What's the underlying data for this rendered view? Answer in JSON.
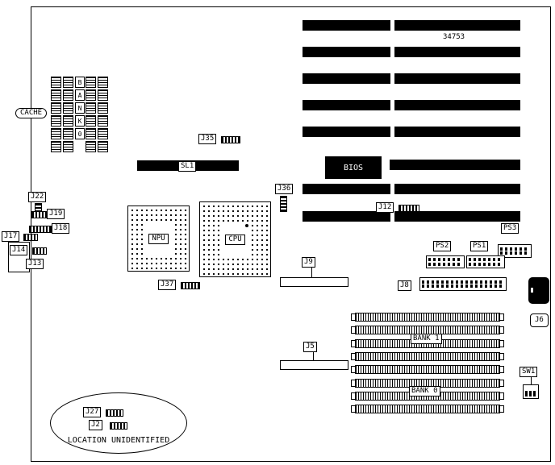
{
  "board": {
    "part_number": "34753",
    "bios": "BIOS",
    "sl1": "SL1",
    "cache": "CACHE",
    "bank_letters": [
      "B",
      "A",
      "N",
      "K",
      "0"
    ],
    "npu": "NPU",
    "cpu": "CPU",
    "bank1": "BANK 1",
    "bank0": "BANK 0",
    "location_note": "LOCATION UNIDENTIFIED"
  },
  "connectors": {
    "j35": "J35",
    "j36": "J36",
    "j12": "J12",
    "j37": "J37",
    "j9": "J9",
    "j5": "J5",
    "j8": "J8",
    "j6": "J6",
    "j22": "J22",
    "j19": "J19",
    "j18": "J18",
    "j17": "J17",
    "j14": "J14",
    "j13": "J13",
    "j27": "J27",
    "j2": "J2",
    "ps1": "PS1",
    "ps2": "PS2",
    "ps3": "PS3",
    "sw1": "SW1"
  }
}
